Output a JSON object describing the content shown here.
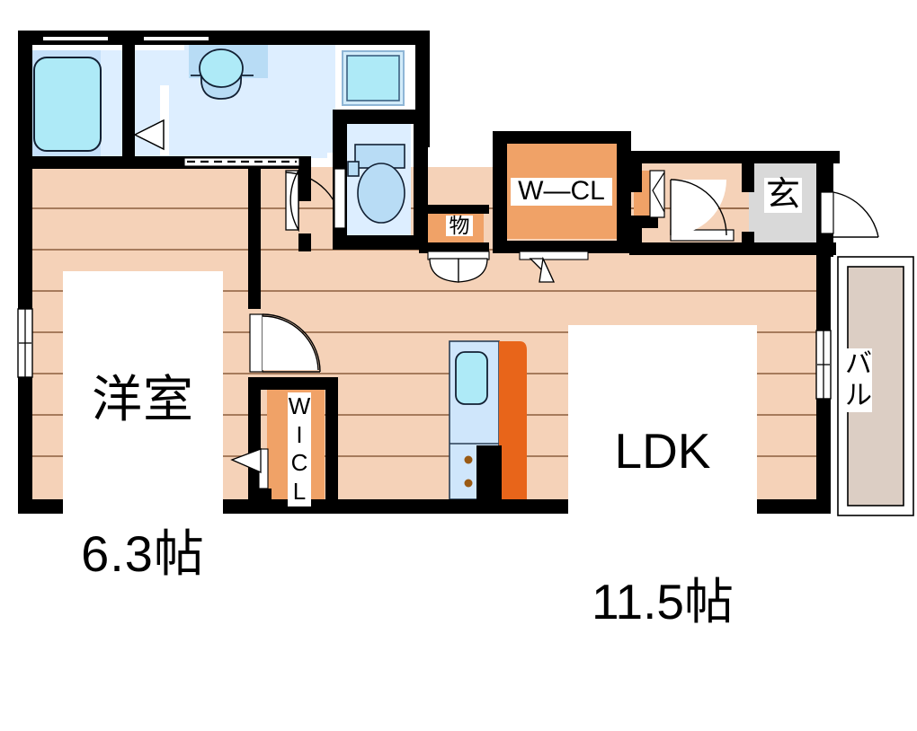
{
  "plan": {
    "title": "Japanese apartment floor plan",
    "layout_type": "1LDK",
    "colors": {
      "wall": "#000000",
      "floor": "#f5d2b8",
      "closet": "#f0a濃",
      "closet_fill": "#f0a267",
      "water_area": "#ddeeff",
      "water_fixture": "#b8dcf5",
      "bathtub": "#aeeaf7",
      "entrance_tile": "#d9d9d9",
      "balcony": "#dccec4",
      "kitchen_counter": "#e8651a",
      "label_bg": "#ffffff"
    }
  },
  "rooms": {
    "bedroom": {
      "name": "洋室",
      "area": "6.3帖",
      "label_line1": "洋室",
      "label_line2": "6.3帖"
    },
    "ldk": {
      "name": "LDK",
      "area": "11.5帖",
      "label_line1": "LDK",
      "label_line2": "11.5帖"
    },
    "walk_in_closet_north": {
      "name": "W—CL",
      "label": "W—CL"
    },
    "walk_in_closet_bedroom": {
      "name": "WIC",
      "label": "W\nI\nC\nL"
    },
    "storage": {
      "name": "物",
      "label": "物"
    },
    "entrance": {
      "name": "玄",
      "label": "玄"
    },
    "balcony": {
      "name": "バルコニー",
      "label": "バ\nル"
    }
  },
  "fixtures": [
    {
      "id": "bathtub",
      "name": "bathtub-icon",
      "room": "bathroom"
    },
    {
      "id": "washbasin",
      "name": "washbasin-icon",
      "room": "washroom"
    },
    {
      "id": "washing-machine-pan",
      "name": "washing-machine-icon",
      "room": "washroom"
    },
    {
      "id": "toilet",
      "name": "toilet-icon",
      "room": "toilet"
    },
    {
      "id": "kitchen-sink",
      "name": "kitchen-sink-icon",
      "room": "ldk"
    },
    {
      "id": "kitchen-stove",
      "name": "stove-icon",
      "room": "ldk"
    },
    {
      "id": "entrance-door",
      "name": "entrance-door-icon",
      "room": "entrance"
    },
    {
      "id": "bedroom-door",
      "name": "bedroom-door-icon",
      "room": "bedroom"
    },
    {
      "id": "window-west",
      "name": "window-icon",
      "room": "bedroom"
    },
    {
      "id": "window-east",
      "name": "window-icon",
      "room": "ldk"
    }
  ]
}
